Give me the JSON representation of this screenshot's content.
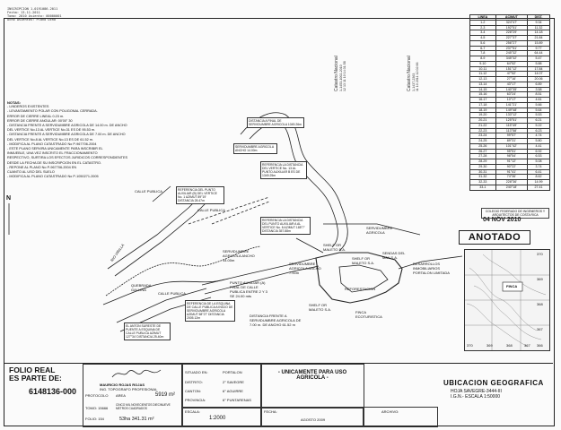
{
  "header_note": [
    "INSCRIPCION  1-0191086-2011",
    "Fecha: 13-11-2011",
    "Tomo: 2010  Asiento: 00000001",
    "Ocho Asientos: Plano Ocho"
  ],
  "notes": {
    "title": "NOTAS:",
    "items": [
      "- LINDEROS EXISTENTES",
      "- LEVANTAMIENTO POLAR CON POLIGONAL CERRADA.",
      "  ERROR DE CIERRE LINEAL 0.23 m.",
      "  ERROR DE CIERRE ANGULAR: 00'00\" 30",
      "- DISTANCIA FRENTE A SERVIDUMBRE AGRICOLA DE 14.00 m. DE ANCHO",
      "  DEL VERTICE No.13 AL VERTICE No.31  ES DE 95.53 m.",
      "- DISTANCIA FRENTE A SERVIDUMBRE AGRICOLA DE 7.00 m. DE ANCHO",
      "  DEL VERTICE No.8 AL VERTICE No.13  ES DE 61.52 m.",
      "- MODIFICA AL PLANO CATASTRADO No P-967706-2004",
      "- ESTE PLANO SERVIRA UNICAMENTE PARA INSCRIBIR EL",
      "  INMUEBLE, UNA VEZ INSCRITO EL FRACCIONAMIENTO",
      "  RESPECTIVO, SURTIRA LOS EFECTOS JURIDICOS CORRESPONDIENTES",
      "  DESDE LA FECHA DE SU INSCRIPCION EN EL CATASTRO.",
      "- REPONE AL PLANO No P-967706-2004 EN",
      "  CUANTO AL USO DEL SUELO",
      "- MODIFICA AL PLANO CATASTRADO No P-1050271-2005"
    ]
  },
  "north_label": "N",
  "coord_table": {
    "headers": [
      "LINEA",
      "ACIMUT",
      "DIST."
    ],
    "rows": [
      [
        "1-2",
        "324°47'",
        "9.34"
      ],
      [
        "2-3",
        "192°51'",
        "11.32"
      ],
      [
        "3-4",
        "228°29'",
        "14.18"
      ],
      [
        "4-5",
        "227°37'",
        "21.84"
      ],
      [
        "5-6",
        "256°27'",
        "15.89"
      ],
      [
        "6-7",
        "237°51'",
        "9.77"
      ],
      [
        "7-8",
        "245°32'",
        "64.44"
      ],
      [
        "8-9",
        "345°32'",
        "5.47"
      ],
      [
        "9-10",
        "64°52'",
        "5.88"
      ],
      [
        "10-11",
        "151°12'",
        "17.84"
      ],
      [
        "11-12",
        "47°52'",
        "14.07"
      ],
      [
        "12-13",
        "27°16'",
        "20.06"
      ],
      [
        "13-14",
        "43°17'",
        "6.89"
      ],
      [
        "14-15",
        "140°35'",
        "3.58"
      ],
      [
        "15-16",
        "63°24'",
        "8.51"
      ],
      [
        "16-17",
        "10°17'",
        "4.61"
      ],
      [
        "17-18",
        "141°21'",
        "5.66"
      ],
      [
        "18-19",
        "149°48'",
        "5.64"
      ],
      [
        "19-20",
        "133°12'",
        "5.53"
      ],
      [
        "20-21",
        "125°51'",
        "6.21"
      ],
      [
        "21-22",
        "115°49'",
        "5.22"
      ],
      [
        "22-23",
        "113°58'",
        "6.23"
      ],
      [
        "23-24",
        "99°57'",
        "4.74"
      ],
      [
        "24-25",
        "89°31'",
        "5.80"
      ],
      [
        "25-26",
        "101°42'",
        "4.41"
      ],
      [
        "26-27",
        "95°51'",
        "6.92"
      ],
      [
        "27-28",
        "98°54'",
        "6.53"
      ],
      [
        "28-29",
        "91°12'",
        "5.08"
      ],
      [
        "29-30",
        "90°22'",
        "3.74"
      ],
      [
        "30-31",
        "91°41'",
        "6.41"
      ],
      [
        "31-32",
        "74°36'",
        "8.62"
      ],
      [
        "32-33",
        "228°36'",
        "14.99"
      ],
      [
        "33-1",
        "240°18'",
        "27.41"
      ]
    ]
  },
  "stamp_box": "COLEGIO FEDERADO DE INGENIEROS Y ARQUITECTOS DE COSTA RICA",
  "stamp_date": "04 NOV 2010",
  "anotado": "ANOTADO",
  "catastro_stamp_1": {
    "title": "Catastro Nacional",
    "number": "1-1453-1002-2010",
    "sub": "12 13 11 10 14:31:58"
  },
  "catastro_stamp_2": {
    "title": "Catastro Nacional",
    "number": "1-1437-2363",
    "sub": "11 10 2011 12:02:66"
  },
  "map_labels": {
    "dist_final": "DISTANCIA A FINAL DE SERVIDUMBRE AGRICOLA 1049.26m",
    "serv_14_top": "SERVIDUMBRE AGRICOLA ANCHO 14.00m",
    "ref_box": "REFERENCIA LA DISTANCIA DEL VERTICE No. 13 AL PUNTO AUXILIAR B ES DE 1349.25m",
    "ref_box2": "REFERENCIA LA DISTANCIA DEL PUNTO AUXILIAR A AL VERTICE No. 8 AZIMUT 185°7' DISTANCIA 357.88m",
    "calle_publica_1": "CALLE PUBLICA",
    "calle_publica_2": "CALLE PUBLICA",
    "calle_publica_3": "CALLE PUBLICA",
    "serv_14_mid": "SERVIDUMBRE AGRICOLA ANCHO 14.00m",
    "serv_7": "SERVIDUMBRE AGRICOLA ANCHO 7.00m",
    "serv_agricola": "SERVIDUMBRE AGRICOLA",
    "quebrada": "QUEBRADA GALLINA",
    "rio": "RIO VIRILLA",
    "punto_aux": "PUNTO AUXILIAR (A) FINAL DE CALLE PUBLICA ENTRE 2 Y 3 SE 24.00 mts",
    "dist_frente": "DISTANCIA FRENTE A SERVIDUMBRE AGRICOLA DE 7.00 m. DE ANCHO 61.52 m",
    "shelf_top": "SHELF OR MALETO S.A.",
    "shelf_mid": "SHELF OR MALETO S.A.",
    "shelf_low": "SHELF OR MALETO S.A.",
    "sendas": "SENDAS DEL MAY S.A.",
    "desarrollos": "DESARROLLOS INMOBILIARIOS PORTALON LIMITADA",
    "reforestacion": "REFORESTACION",
    "finca": "FINCA",
    "ref_auxiliar_b": "REFERENCIA DEL PUNTO AUXILIAR (B) DEL VERTICE No. 1 AZIMUT 89°19' DISTANCIA 28.47m",
    "ref_vertice": "REFERENCIA DE LA ESQUINA DE CALLE PUBLICA A INICIO DE SERVIDUMBRE AGRICOLA AZIMUT 58°27' DISTANCIA 2005.12m",
    "estacion": "EL ANTON SURESTE DE PUENTE A ESQUINA DE CALLE PUBLICA AZIMUT 127°34' DISTANCIA 25.40m",
    "finca_area": "FINCA ECOTURISTICA"
  },
  "loc_map": {
    "title": "FINCA",
    "ticks_x": [
      "370",
      "369",
      "368",
      "367"
    ],
    "ticks_y": [
      "370",
      "369",
      "368",
      "367",
      "366"
    ]
  },
  "footer": {
    "folio_real": "FOLIO REAL",
    "es_parte": "ES PARTE DE:",
    "folio_num": "6148136-000",
    "engineer_name": "MAURICIO ROJAS ROJAS",
    "engineer_title": "ING. TOPOGRAFO PROFESIONAL",
    "lbl_protocolo": "PROTOCOLO",
    "lbl_tomo": "TOMO: 15666",
    "lbl_folio": "FOLIO: 154",
    "lbl_area": "AREA",
    "area_value": "5919 m²",
    "area_text": "CINCO MIL NOVECIENTOS DIECINUEVE METROS CUADRADOS",
    "area_total": "53ha 341.31 m²",
    "situado": "SITUADO EN:",
    "lbl_distrito": "DISTRITO:",
    "lbl_canton": "CANTON:",
    "lbl_provincia": "PROVINCIA:",
    "situado_val": "PORTALON",
    "distrito_val": "2° SAVEGRE",
    "canton_val": "6° AGUIRRE",
    "provincia_val": "6° PUNTARENAS",
    "lbl_escala": "ESCALA:",
    "escala_val": "1:2000",
    "uso": "- UNICAMENTE PARA USO AGRICOLA -",
    "lbl_fecha": "FECHA:",
    "fecha_val": "AGOSTO 2009",
    "lbl_archivo": "ARCHIVO:",
    "ubicacion": "UBICACION GEOGRAFICA",
    "hoja": "HOJA SAVEGRE-3444-III",
    "ign": "I.G.N.- ESCALA 1:50000"
  }
}
